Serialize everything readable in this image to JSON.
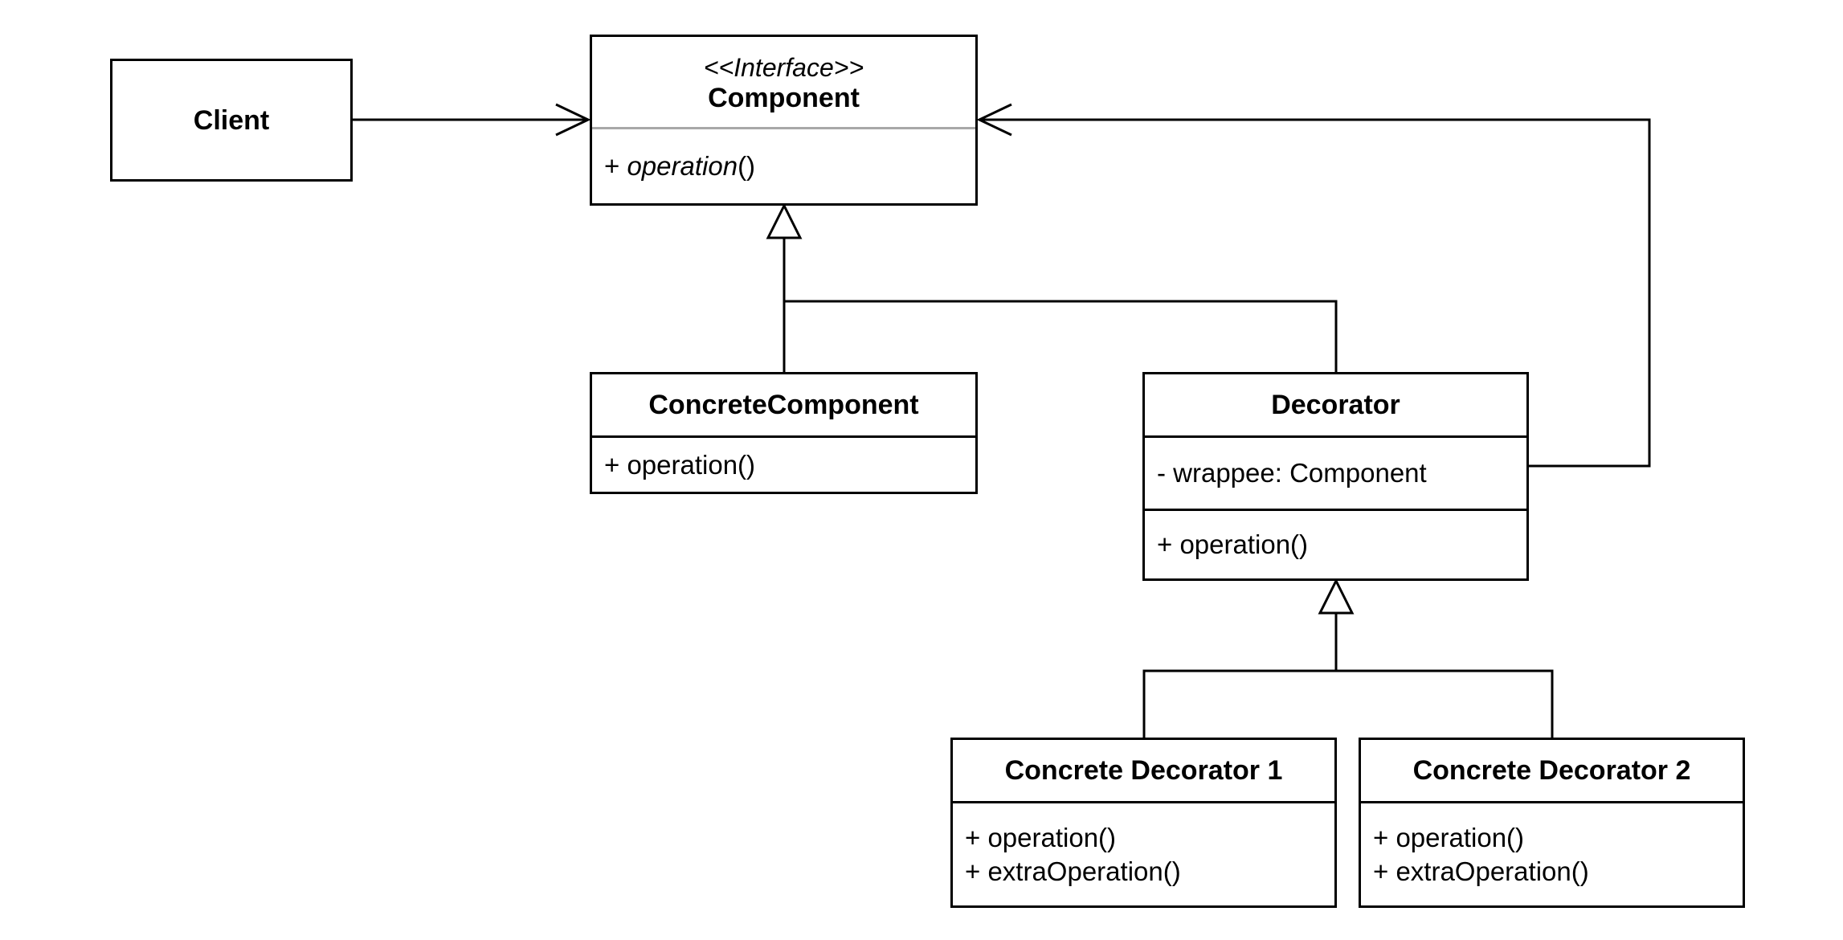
{
  "diagram": {
    "client": {
      "name": "Client"
    },
    "component": {
      "stereotype": "<<Interface>>",
      "name": "Component",
      "operation_prefix": "+ ",
      "operation_name": "operation",
      "operation_suffix": "()"
    },
    "concrete_component": {
      "name": "ConcreteComponent",
      "operations": [
        "+ operation()"
      ]
    },
    "decorator": {
      "name": "Decorator",
      "fields": [
        "- wrappee: Component"
      ],
      "operations": [
        "+ operation()"
      ]
    },
    "concrete_decorators": [
      {
        "name": "Concrete Decorator 1",
        "operations": [
          "+ operation()",
          "+ extraOperation()"
        ]
      },
      {
        "name": "Concrete Decorator 2",
        "operations": [
          "+ operation()",
          "+ extraOperation()"
        ]
      }
    ],
    "relations": [
      {
        "from": "Client",
        "to": "Component",
        "kind": "association"
      },
      {
        "from": "Decorator",
        "to": "Component",
        "kind": "association"
      },
      {
        "from": "ConcreteComponent",
        "to": "Component",
        "kind": "realization"
      },
      {
        "from": "Decorator",
        "to": "Component",
        "kind": "realization"
      },
      {
        "from": "Concrete Decorator 1",
        "to": "Decorator",
        "kind": "generalization"
      },
      {
        "from": "Concrete Decorator 2",
        "to": "Decorator",
        "kind": "generalization"
      }
    ],
    "colors": {
      "stroke": "#000000",
      "divider_soft": "#a8a8a8",
      "background": "#ffffff"
    }
  }
}
